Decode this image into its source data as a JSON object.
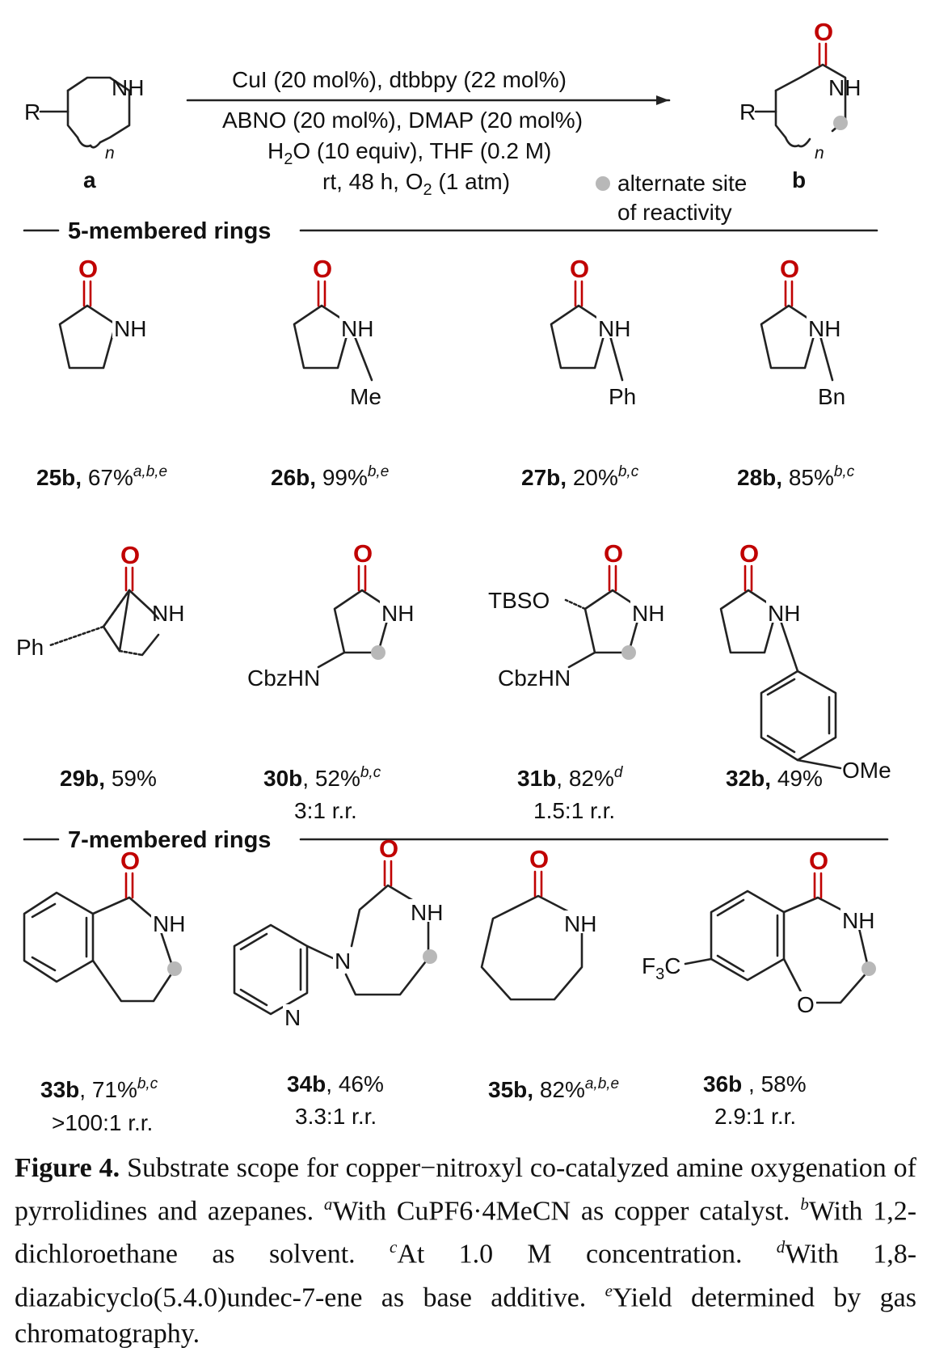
{
  "scheme": {
    "reactant": {
      "r_label": "R",
      "nh_label": "NH",
      "n_label": "n",
      "id": "a"
    },
    "product": {
      "r_label": "R",
      "nh_label": "NH",
      "o_label": "O",
      "n_label": "n",
      "id": "b"
    },
    "conditions": [
      "CuI (20 mol%), dtbbpy (22 mol%)",
      "ABNO (20 mol%), DMAP (20 mol%)",
      "H2O (10 equiv), THF (0.2 M)",
      "rt, 48 h, O2 (1 atm)"
    ],
    "legend_line1": "alternate site",
    "legend_line2": "of reactivity"
  },
  "sections": {
    "five": "5-membered rings",
    "seven": "7-membered rings"
  },
  "compounds": [
    {
      "id": "25b",
      "yield": "67%",
      "notes": "a,b,e",
      "rr": ""
    },
    {
      "id": "26b",
      "yield": "99%",
      "notes": "b,e",
      "rr": "",
      "substituent": "Me"
    },
    {
      "id": "27b",
      "yield": "20%",
      "notes": "b,c",
      "rr": "",
      "substituent": "Ph"
    },
    {
      "id": "28b",
      "yield": "85%",
      "notes": "b,c",
      "rr": "",
      "substituent": "Bn"
    },
    {
      "id": "29b",
      "yield": "59%",
      "notes": "",
      "rr": "",
      "substituent": "Ph"
    },
    {
      "id": "30b",
      "yield": "52%",
      "notes": "b,c",
      "rr": "3:1 r.r.",
      "substituent": "CbzHN"
    },
    {
      "id": "31b",
      "yield": "82%",
      "notes": "d",
      "rr": "1.5:1 r.r.",
      "substituent": "CbzHN",
      "substituent2": "TBSO"
    },
    {
      "id": "32b",
      "yield": "49%",
      "notes": "",
      "rr": "",
      "substituent": "OMe"
    },
    {
      "id": "33b",
      "yield": "71%",
      "notes": "b,c",
      "rr": ">100:1 r.r."
    },
    {
      "id": "34b",
      "yield": "46%",
      "notes": "",
      "rr": "3.3:1 r.r.",
      "substituent": "N",
      "substituent2": "N"
    },
    {
      "id": "35b",
      "yield": "82%",
      "notes": "a,b,e",
      "rr": ""
    },
    {
      "id": "36b",
      "yield": "58%",
      "notes": "",
      "rr": "2.9:1 r.r.",
      "substituent": "F3C",
      "substituent2": "O"
    }
  ],
  "atoms": {
    "O": "O",
    "NH": "NH"
  },
  "caption": {
    "figure_label": "Figure 4.",
    "text": "Substrate scope for copper−nitroxyl co-catalyzed amine oxygenation of pyrrolidines and azepanes.",
    "notes": [
      {
        "mark": "a",
        "text": "With CuPF6·4MeCN as copper catalyst."
      },
      {
        "mark": "b",
        "text": "With 1,2-dichloroethane as solvent."
      },
      {
        "mark": "c",
        "text": "At 1.0 M concentration."
      },
      {
        "mark": "d",
        "text": "With 1,8-diazabicyclo(5.4.0)undec-7-ene as base additive."
      },
      {
        "mark": "e",
        "text": "Yield determined by gas chromatography."
      }
    ]
  },
  "colors": {
    "carbonyl": "#c00000",
    "alt_site_dot": "#b8b8b8",
    "bond": "#222222"
  }
}
